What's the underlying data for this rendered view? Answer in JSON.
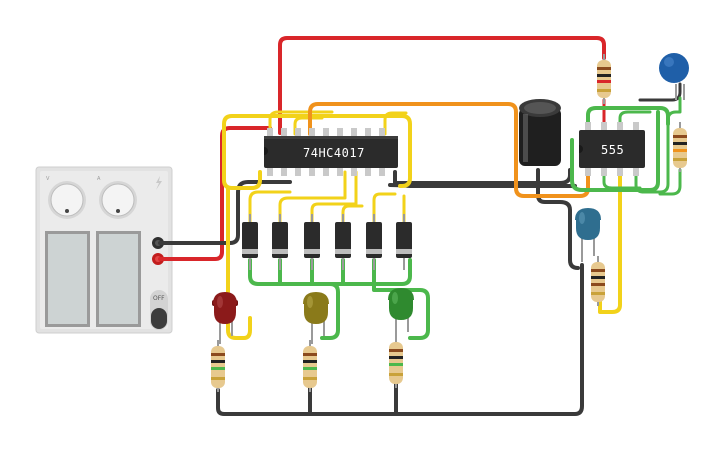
{
  "canvas": {
    "background": "#ffffff"
  },
  "components": {
    "counter_ic": {
      "label": "74HC4017",
      "body_color": "#2b2b2b"
    },
    "timer_ic": {
      "label": "555",
      "body_color": "#2b2b2b"
    },
    "power_supply": {
      "knob_labels": [
        "V",
        "A"
      ],
      "switch_label": "OFF",
      "brand_icon": "lightning-icon"
    },
    "capacitor_electrolytic": {
      "color": "#222222"
    },
    "capacitor_ceramic": {
      "color": "#1f5fa8"
    },
    "leds": [
      {
        "name": "led-red",
        "color": "#8b1a1a"
      },
      {
        "name": "led-olive",
        "color": "#8a7a1a"
      },
      {
        "name": "led-green",
        "color": "#2f8a2f"
      },
      {
        "name": "led-blue",
        "color": "#2f6e8f"
      }
    ]
  },
  "wire_colors": {
    "red": "#d9262a",
    "black": "#3a3a3a",
    "yellow": "#f2d21a",
    "green": "#4cb84c",
    "orange": "#f0921c"
  }
}
